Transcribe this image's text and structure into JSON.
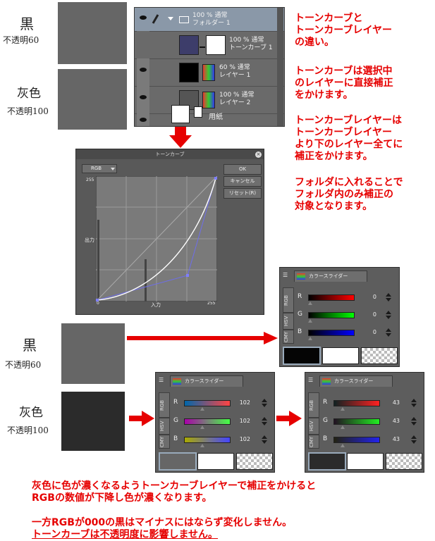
{
  "left_top": {
    "black_label": "黒",
    "black_opacity": "不透明60",
    "gray_label": "灰色",
    "gray_opacity": "不透明100"
  },
  "layer_panel": {
    "rows": [
      {
        "blend": "100 % 通常",
        "name": "フォルダー 1"
      },
      {
        "blend": "100 % 通常",
        "name": "トーンカーブ 1"
      },
      {
        "blend": "60 % 通常",
        "name": "レイヤー 1"
      },
      {
        "blend": "100 % 通常",
        "name": "レイヤー 2"
      },
      {
        "blend": "",
        "name": "用紙"
      }
    ]
  },
  "right_notes": {
    "p1": "トーンカーブと\nトーンカーブレイヤー\nの違い。",
    "p2": "トーンカーブは選択中\nのレイヤーに直接補正\nをかけます。",
    "p3": "トーンカーブレイヤーは\nトーンカーブレイヤー\nより下のレイヤー全てに\n補正をかけます。",
    "p4": "フォルダに入れることで\nフォルダ内のみ補正の\n対象となります。"
  },
  "tone_curve_dialog": {
    "title": "トーンカーブ",
    "channel": "RGB",
    "ok": "OK",
    "cancel": "キャンセル",
    "reset": "リセット(R)",
    "y_max": "255",
    "x_max": "255",
    "x_min": "0",
    "y_axis_label": "出力",
    "x_axis_label": "入力"
  },
  "color_slider_top": {
    "tab": "カラースライダー",
    "side_tabs": [
      "RGB",
      "HSV",
      "CMY"
    ],
    "channels": [
      {
        "label": "R",
        "value": "0"
      },
      {
        "label": "G",
        "value": "0"
      },
      {
        "label": "B",
        "value": "0"
      }
    ],
    "colors": {
      "fg": "#050505",
      "bg": "#ffffff"
    }
  },
  "bottom_left": {
    "black_label": "黒",
    "black_opacity": "不透明60",
    "gray_label": "灰色",
    "gray_opacity": "不透明100"
  },
  "color_slider_mid": {
    "tab": "カラースライダー",
    "side_tabs": [
      "RGB",
      "HSV",
      "CMY"
    ],
    "channels": [
      {
        "label": "R",
        "value": "102"
      },
      {
        "label": "G",
        "value": "102"
      },
      {
        "label": "B",
        "value": "102"
      }
    ],
    "colors": {
      "fg": "#666666",
      "bg": "#ffffff"
    }
  },
  "color_slider_right": {
    "tab": "カラースライダー",
    "side_tabs": [
      "RGB",
      "HSV",
      "CMY"
    ],
    "channels": [
      {
        "label": "R",
        "value": "43"
      },
      {
        "label": "G",
        "value": "43"
      },
      {
        "label": "B",
        "value": "43"
      }
    ],
    "colors": {
      "fg": "#2b2b2b",
      "bg": "#ffffff"
    }
  },
  "bottom_notes": {
    "line1": "灰色に色が濃くなるようトーンカーブレイヤーで補正をかけると",
    "line2": "RGBの数値が下降し色が濃くなります。",
    "line3": "一方RGBが000の黒はマイナスにはならず変化しません。",
    "line4": "トーンカーブは不透明度に影響しません。"
  },
  "accent": "#e60000"
}
